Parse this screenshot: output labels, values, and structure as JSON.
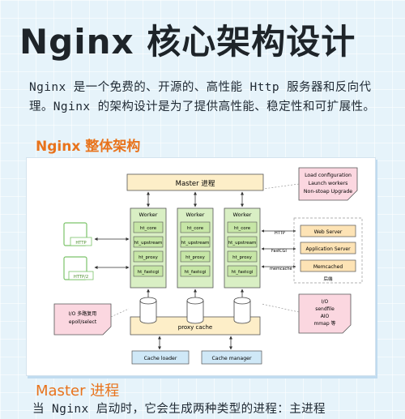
{
  "title": "Nginx 核心架构设计",
  "intro": "Nginx 是一个免费的、开源的、高性能 Http 服务器和反向代理。Nginx 的架构设计是为了提供高性能、稳定性和可扩展性。",
  "section_overall": "Nginx 整体架构",
  "section_master": "Master 进程",
  "bottom_text": "当 Nginx 启动时，它会生成两种类型的进程：主进程",
  "diagram": {
    "master": "Master 进程",
    "note_top": [
      "Load configuration",
      "Launch workers",
      "Non-stoap Upgrade"
    ],
    "worker_label": "Worker",
    "modules": [
      "ht_core",
      "ht_upstream",
      "ht_proxy",
      "ht_fastcgi"
    ],
    "client_http": "HTTP",
    "client_http2": "HTTP/2",
    "proto_http": "HTTP",
    "proto_fastcgi": "FastCGI",
    "proto_memcache": "memcache",
    "backends": [
      "Web Server",
      "Application Server",
      "Memcached"
    ],
    "backend_caption": "后端",
    "io_left": [
      "I/O 多路复用",
      "epoll/select"
    ],
    "io_right": [
      "I/O",
      "sendfile",
      "AIO",
      "mmap 等"
    ],
    "proxy_cache": "proxy cache",
    "cache_loader": "Cache loader",
    "cache_manager": "Cache manager"
  },
  "colors": {
    "accent_orange": "#e8731c",
    "worker_green": "#d9efc4",
    "module_green": "#c6e6a6",
    "master_yellow": "#fdeec8",
    "note_pink": "#fbd7e0",
    "backend_yellow": "#fde3b5",
    "cache_blue": "#cfe8f7"
  }
}
